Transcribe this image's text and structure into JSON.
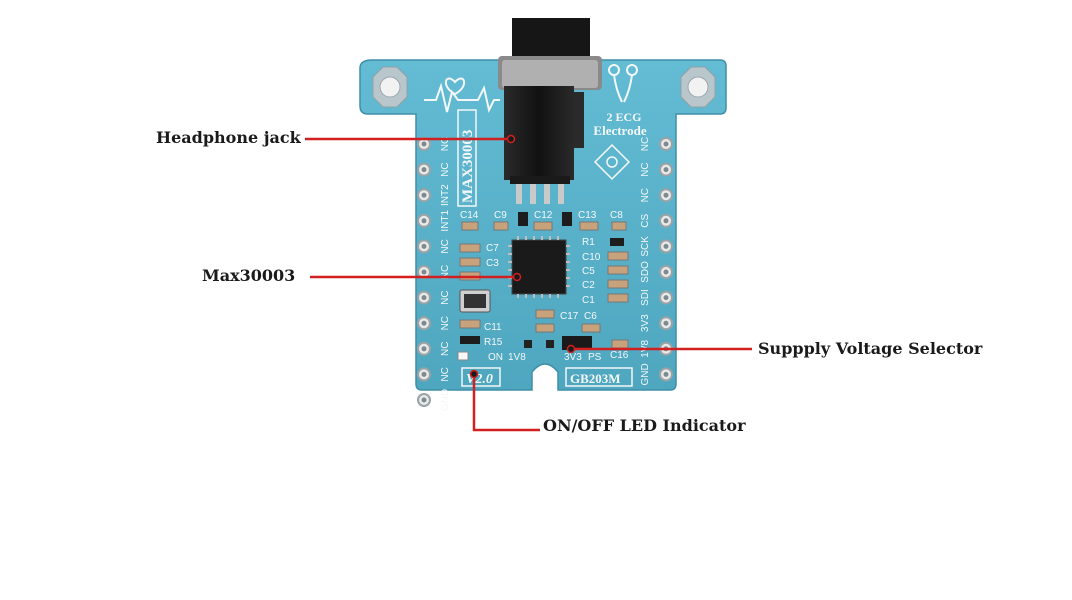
{
  "callouts": {
    "headphone_jack": "Headphone jack",
    "max30003": "Max30003",
    "supply_selector": "Suppply Voltage Selector",
    "led_indicator": "ON/OFF LED Indicator"
  },
  "board": {
    "chip_name": "MAX30003",
    "ecg_line1": "2 ECG",
    "ecg_line2": "Electrode",
    "version": "V2.0",
    "model": "GB203M",
    "left_pins": [
      "NC",
      "NC",
      "INT2",
      "INT1",
      "NC",
      "NC",
      "NC",
      "NC",
      "NC",
      "NC",
      "GND"
    ],
    "right_pins": [
      "NC",
      "NC",
      "NC",
      "CS",
      "SCK",
      "SDO",
      "SDI",
      "3V3",
      "1V8",
      "GND"
    ],
    "silkscreen": {
      "c14": "C14",
      "c9": "C9",
      "c12": "C12",
      "c13": "C13",
      "c8": "C8",
      "c7": "C7",
      "c3": "C3",
      "r1": "R1",
      "c10": "C10",
      "c5": "C5",
      "c2": "C2",
      "c1": "C1",
      "c11": "C11",
      "r15": "R15",
      "c17": "C17",
      "c6": "C6",
      "c16": "C16",
      "on": "ON",
      "v18": "1V8",
      "v33": "3V3",
      "ps": "PS"
    }
  },
  "colors": {
    "pcb": "#5ab3cc",
    "pcb_dark": "#3f8fa8",
    "leader_line": "#d21f1f",
    "jack": "#1c1c1c"
  }
}
